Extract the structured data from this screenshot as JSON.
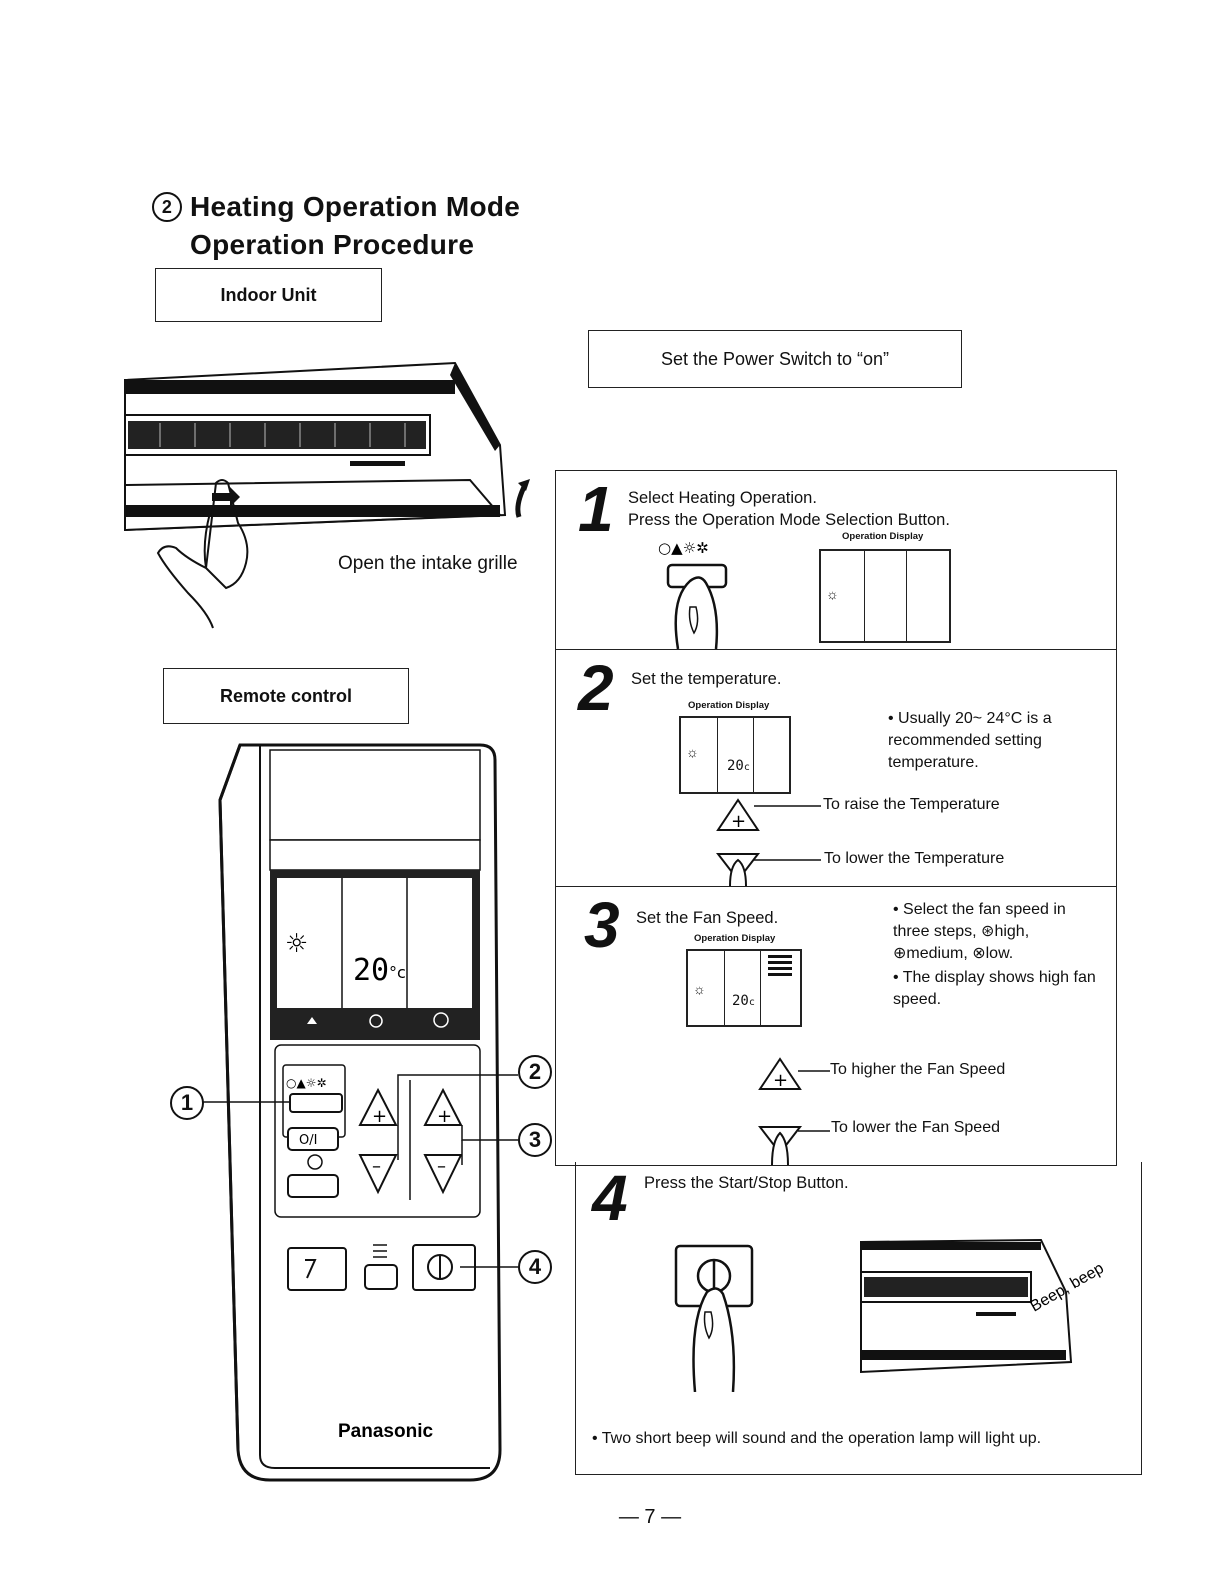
{
  "header": {
    "section_number": "2",
    "title_line1": "Heating Operation Mode",
    "title_line2": "Operation Procedure"
  },
  "indoor_unit": {
    "label": "Indoor Unit",
    "caption": "Open the intake grille"
  },
  "power_switch": {
    "text": "Set the Power Switch to “on”"
  },
  "remote_control": {
    "label": "Remote control",
    "brand": "Panasonic",
    "lcd_temp": "20",
    "lcd_unit": "°c",
    "callouts": [
      "1",
      "2",
      "3",
      "4"
    ],
    "mode_button_label": "O/I"
  },
  "steps": [
    {
      "number": "1",
      "line1": "Select Heating Operation.",
      "line2": "Press the Operation Mode Selection Button.",
      "display_label": "Operation Display"
    },
    {
      "number": "2",
      "line1": "Set the temperature.",
      "display_label": "Operation Display",
      "display_temp": "20",
      "display_unit": "c",
      "note": "• Usually 20~ 24°C is a recommended setting temperature.",
      "raise_label": "To raise the Temperature",
      "lower_label": "To lower the Temperature"
    },
    {
      "number": "3",
      "line1": "Set the Fan Speed.",
      "display_label": "Operation Display",
      "display_temp": "20",
      "display_unit": "c",
      "note1": "• Select the fan speed in three steps, ⊛high, ⊕medium, ⊗low.",
      "note2": "• The display shows high fan speed.",
      "higher_label": "To higher the Fan Speed",
      "lower_label": "To lower the Fan Speed"
    },
    {
      "number": "4",
      "line1": "Press the Start/Stop Button.",
      "beep": "Beep, beep",
      "note": "• Two short beep will sound and the operation lamp will light up."
    }
  ],
  "footer": {
    "page_number": "— 7 —"
  }
}
